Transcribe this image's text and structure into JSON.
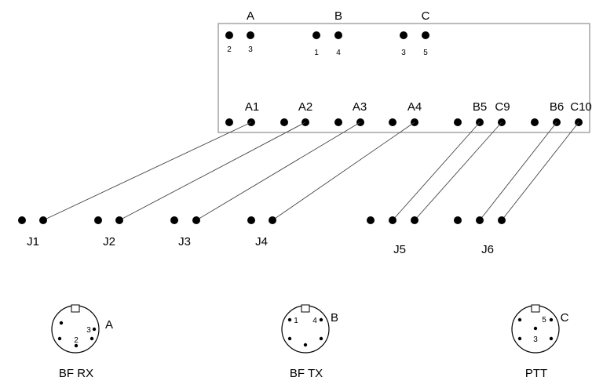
{
  "box": {
    "top_groups": [
      {
        "label": "A",
        "pins": [
          "2",
          "3"
        ]
      },
      {
        "label": "B",
        "pins": [
          "1",
          "4"
        ]
      },
      {
        "label": "C",
        "pins": [
          "3",
          "5"
        ]
      }
    ],
    "bottom_labels": [
      "A1",
      "A2",
      "A3",
      "A4",
      "B5",
      "C9",
      "B6",
      "C10"
    ]
  },
  "jacks": [
    "J1",
    "J2",
    "J3",
    "J4",
    "J5",
    "J6"
  ],
  "connectors": [
    {
      "name": "BF RX",
      "letter": "A",
      "pin_labels": [
        "3",
        "2"
      ]
    },
    {
      "name": "BF TX",
      "letter": "B",
      "pin_labels": [
        "1",
        "4"
      ]
    },
    {
      "name": "PTT",
      "letter": "C",
      "pin_labels": [
        "5",
        "3"
      ]
    }
  ]
}
